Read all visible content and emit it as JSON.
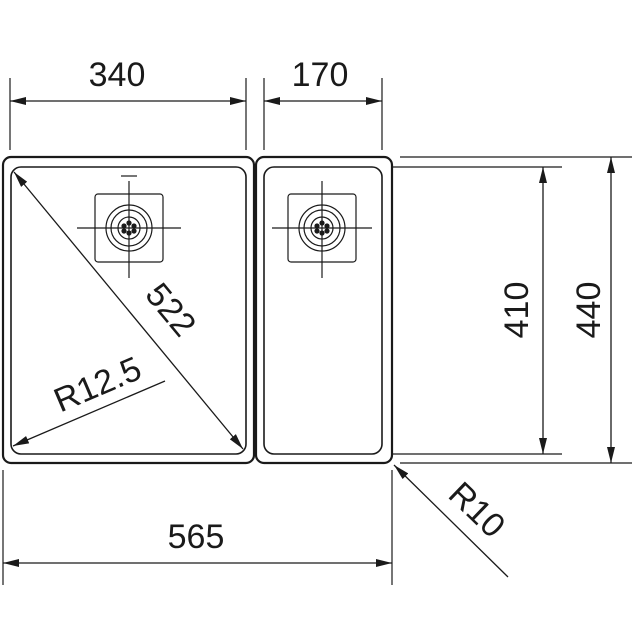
{
  "dimensions": {
    "left_bowl_width": "340",
    "right_bowl_width": "170",
    "overall_width": "565",
    "bowl_depth": "410",
    "overall_depth": "440",
    "left_bowl_diagonal": "522",
    "inner_radius": "R12.5",
    "outer_radius": "R10"
  },
  "icons": {
    "waste": "drain-waste-icon"
  },
  "colors": {
    "line": "#1a1a1a",
    "background": "#ffffff"
  }
}
